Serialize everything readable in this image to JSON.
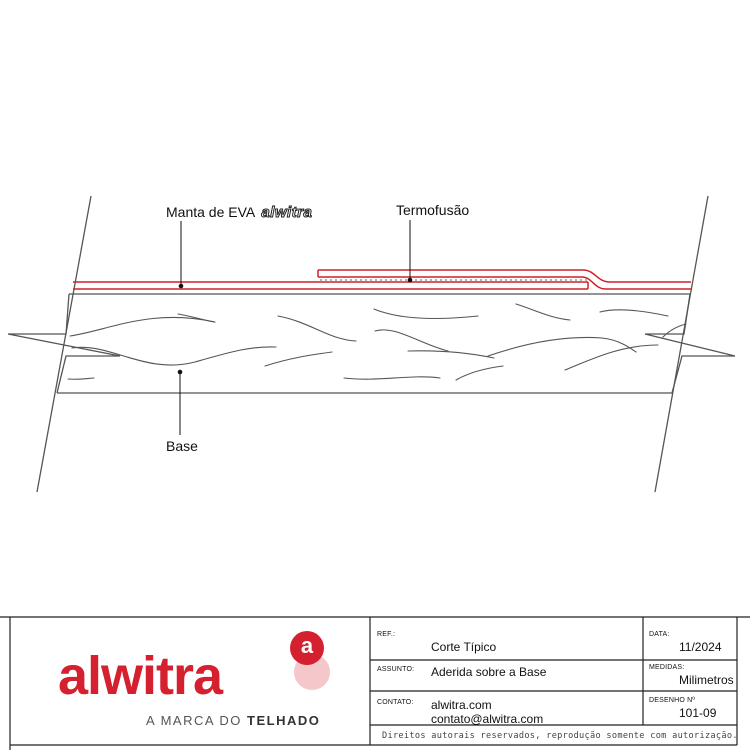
{
  "labels": {
    "manta": "Manta de EVA",
    "manta_brand": "alwitra",
    "termofusao": "Termofusão",
    "base": "Base"
  },
  "colors": {
    "membrane": "#d0202a",
    "brand_red": "#d5202f",
    "line": "#555555"
  },
  "title_block": {
    "logo_word": "alwitra",
    "logo_badge": "a",
    "logo_tagline_a": "A MARCA DO ",
    "logo_tagline_b": "TELHADO",
    "ref_label": "REF.:",
    "ref_value": "Corte Típico",
    "assunto_label": "ASSUNTO:",
    "assunto_value": "Aderida sobre a Base",
    "contato_label": "CONTATO:",
    "contato_web": "alwitra.com",
    "contato_email": "contato@alwitra.com",
    "data_label": "DATA:",
    "data_value": "11/2024",
    "medidas_label": "MEDIDAS:",
    "medidas_value": "Milimetros",
    "desenho_label": "DESENHO Nº",
    "desenho_value": "101-09",
    "copyright": "Direitos autorais reservados, reprodução somente com autorização."
  }
}
